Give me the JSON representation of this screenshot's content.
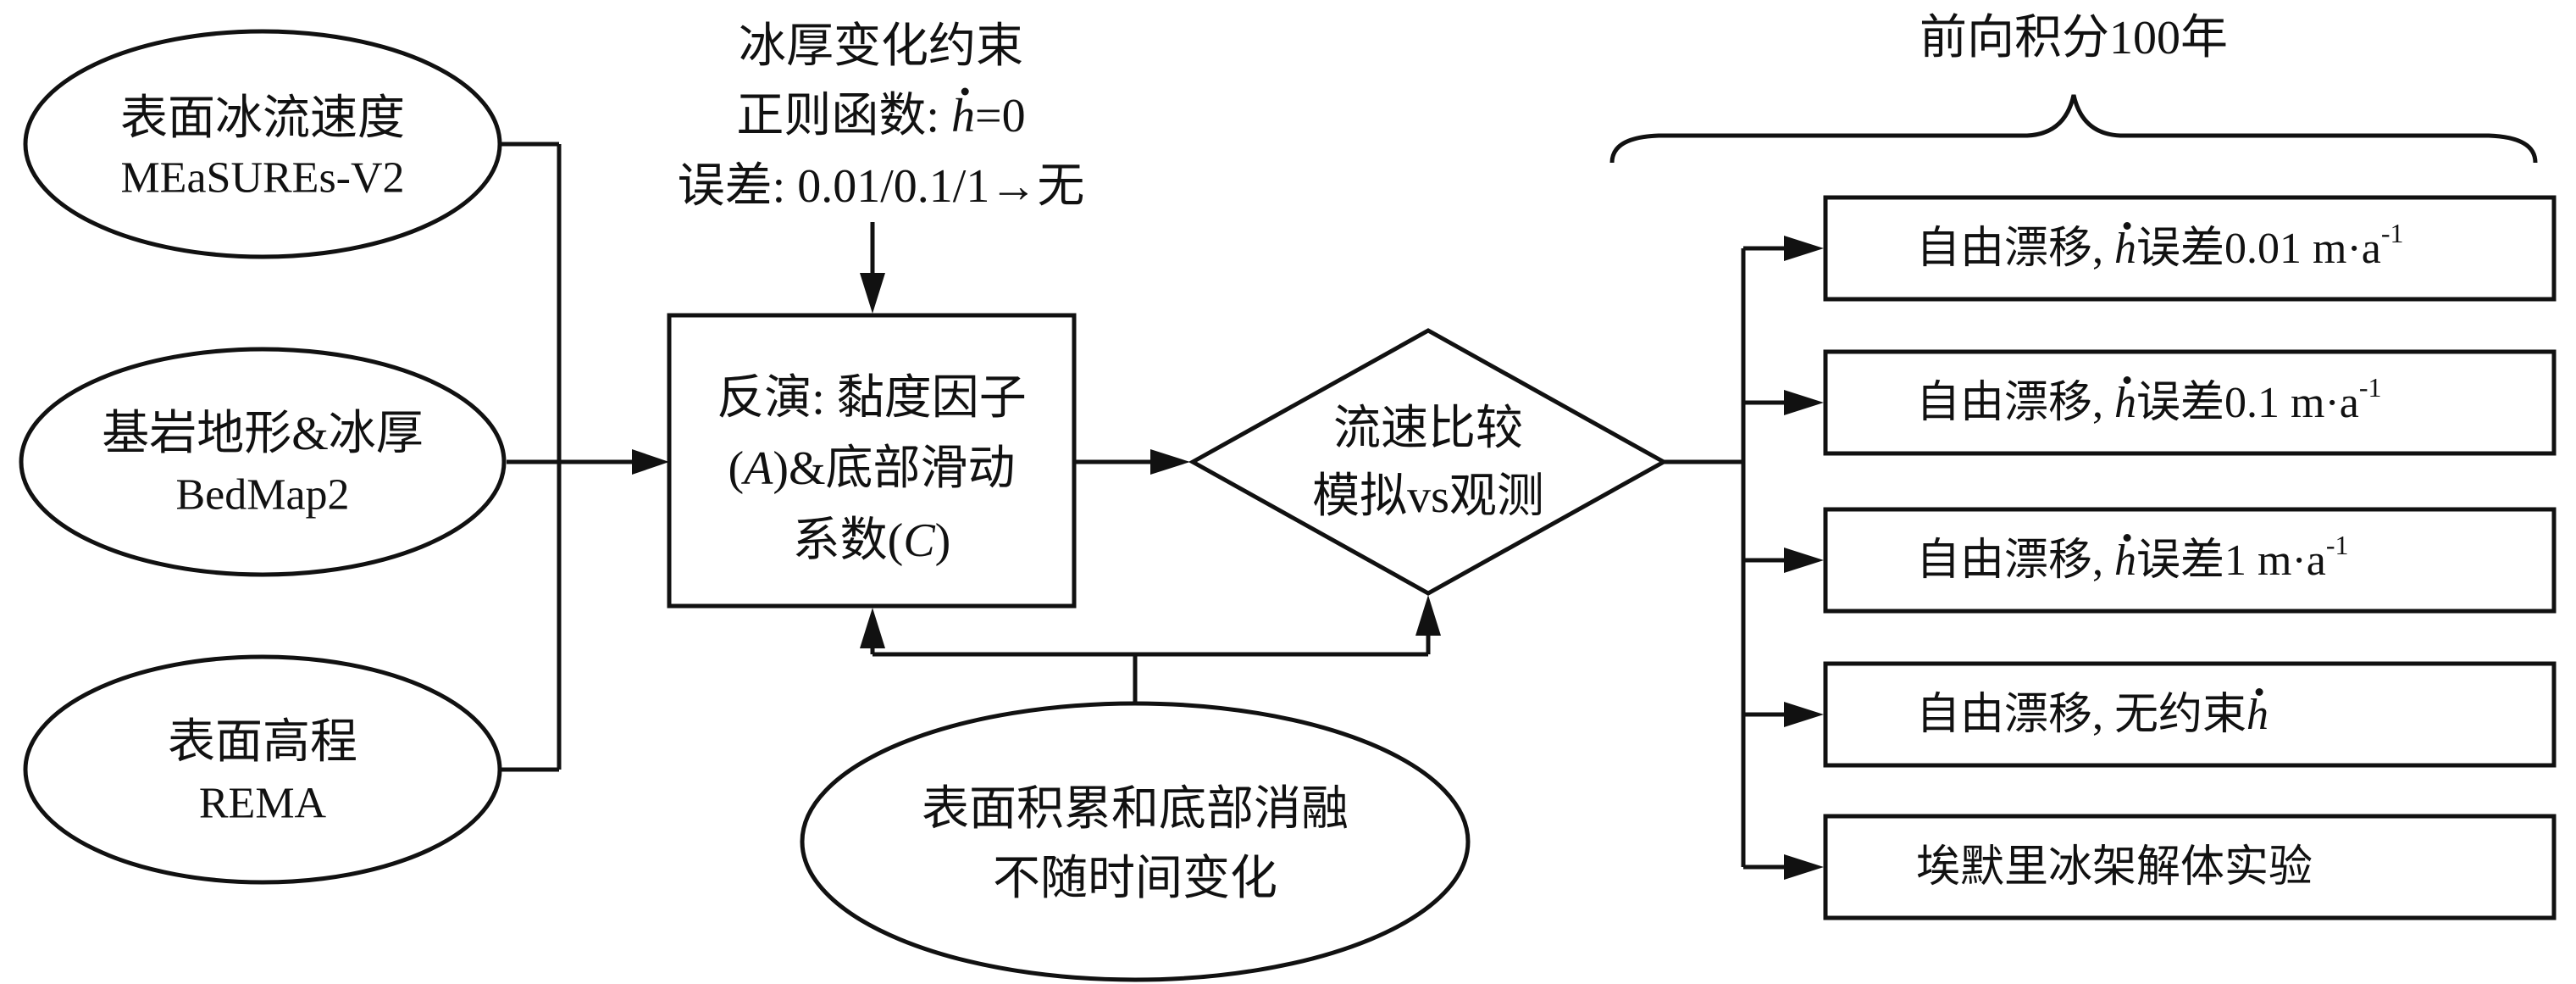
{
  "inputs": {
    "velocity": {
      "line1": "表面冰流速度",
      "line2": "MEaSUREs-V2"
    },
    "bedrock": {
      "line1": "基岩地形&冰厚",
      "line2": "BedMap2"
    },
    "elevation": {
      "line1": "表面高程",
      "line2": "REMA"
    }
  },
  "constraint": {
    "line1": "冰厚变化约束",
    "line2_prefix": "正则函数: ",
    "line2_symbol": "h",
    "line2_suffix": "=0",
    "line3": "误差: 0.01/0.1/1→无"
  },
  "inversion": {
    "line1": "反演: 黏度因子",
    "line2_a_open": "(",
    "line2_a": "A",
    "line2_rest": ")&底部滑动",
    "line3_prefix": "系数(",
    "line3_c": "C",
    "line3_suffix": ")"
  },
  "comparison": {
    "line1": "流速比较",
    "line2": "模拟vs观测"
  },
  "forcing": {
    "line1": "表面积累和底部消融",
    "line2": "不随时间变化"
  },
  "integration": {
    "label": "前向积分100年"
  },
  "experiments": [
    {
      "prefix": "自由漂移, ",
      "symbol": "h",
      "suffix": "误差0.01 m·a",
      "sup": "-1"
    },
    {
      "prefix": "自由漂移, ",
      "symbol": "h",
      "suffix": "误差0.1 m·a",
      "sup": "-1"
    },
    {
      "prefix": "自由漂移, ",
      "symbol": "h",
      "suffix": "误差1 m·a",
      "sup": "-1"
    },
    {
      "prefix": "自由漂移, 无约束",
      "symbol": "h",
      "suffix": "",
      "sup": ""
    },
    {
      "prefix": "埃默里冰架解体实验",
      "symbol": "",
      "suffix": "",
      "sup": ""
    }
  ]
}
